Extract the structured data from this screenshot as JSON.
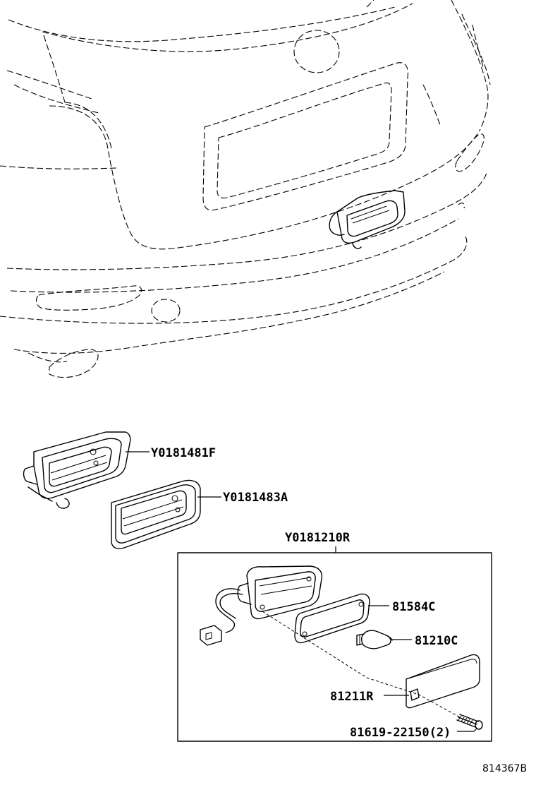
{
  "parts": {
    "housing_label": "Y0181481F",
    "gasket_label": "Y0181483A",
    "assembly_label": "Y0181210R",
    "lens_gasket_label": "81584C",
    "bulb_label": "81210C",
    "lens_label": "81211R",
    "screw_label": "81619-22150(2)"
  },
  "footer": {
    "diagram_id": "814367B"
  }
}
